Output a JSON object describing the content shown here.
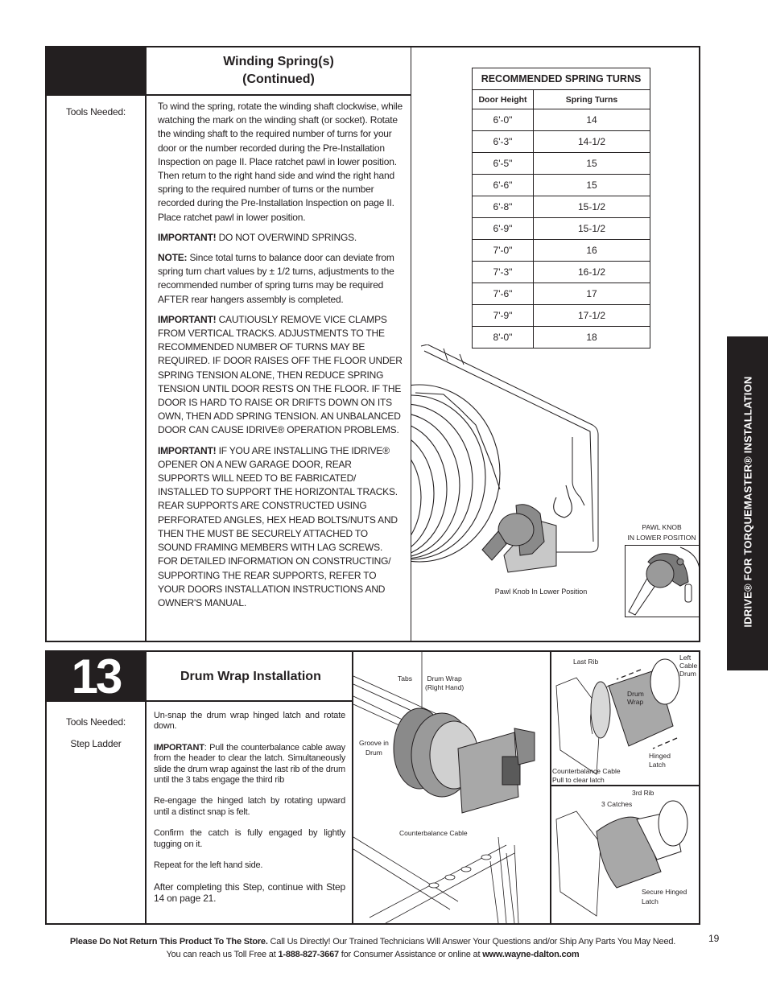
{
  "section_winding": {
    "title_line1": "Winding Spring(s)",
    "title_line2": "(Continued)",
    "tools_label": "Tools Needed:",
    "para1": "To wind the spring, rotate the winding shaft clockwise, while watching the mark on the winding shaft (or socket). Rotate the winding shaft to the required number of turns for your door or the number recorded during the Pre-Installation Inspection on page II. Place ratchet pawl in lower position. Then return to the right hand side and wind the right hand spring to the required number of turns or the number recorded during the Pre-Installation Inspection on page II. Place ratchet pawl in lower position.",
    "important1_label": "IMPORTANT!",
    "important1_text": " DO NOT OVERWIND SPRINGS.",
    "note_label": "NOTE:",
    "note_text": " Since total turns to balance door can deviate from spring turn chart values by ± 1/2 turns, adjustments to the recommended number of spring turns may be required AFTER rear hangers assembly is completed.",
    "important2_label": "IMPORTANT!",
    "important2_text": " CAUTIOUSLY REMOVE VICE CLAMPS FROM VERTICAL TRACKS. ADJUSTMENTS TO THE RECOMMENDED NUMBER OF TURNS MAY BE REQUIRED. IF DOOR RAISES OFF THE FLOOR UNDER SPRING TENSION ALONE, THEN REDUCE SPRING TENSION UNTIL DOOR RESTS ON THE FLOOR. IF THE DOOR IS HARD TO RAISE OR DRIFTS DOWN ON ITS OWN, THEN ADD SPRING TENSION. AN UNBALANCED DOOR  CAN CAUSE IDRIVE® OPERATION PROBLEMS.",
    "important3_label": "IMPORTANT!",
    "important3_text": " IF YOU ARE INSTALLING THE IDRIVE® OPENER ON A NEW GARAGE DOOR, REAR SUPPORTS WILL NEED TO BE FABRICATED/ INSTALLED TO SUPPORT THE HORIZONTAL TRACKS. REAR SUPPORTS ARE CONSTRUCTED USING PERFORATED ANGLES, HEX HEAD BOLTS/NUTS AND THEN THE MUST BE SECURELY ATTACHED TO SOUND FRAMING MEMBERS WITH LAG SCREWS. FOR DETAILED INFORMATION ON CONSTRUCTING/ SUPPORTING THE REAR SUPPORTS, REFER TO YOUR DOORS INSTALLATION INSTRUCTIONS AND OWNER'S MANUAL."
  },
  "spring_table": {
    "title": "RECOMMENDED SPRING TURNS",
    "col1": "Door Height",
    "col2": "Spring Turns",
    "rows": [
      {
        "height": "6'-0\"",
        "turns": "14"
      },
      {
        "height": "6'-3\"",
        "turns": "14-1/2"
      },
      {
        "height": "6'-5\"",
        "turns": "15"
      },
      {
        "height": "6'-6\"",
        "turns": "15"
      },
      {
        "height": "6'-8\"",
        "turns": "15-1/2"
      },
      {
        "height": "6'-9\"",
        "turns": "15-1/2"
      },
      {
        "height": "7'-0\"",
        "turns": "16"
      },
      {
        "height": "7'-3\"",
        "turns": "16-1/2"
      },
      {
        "height": "7'-6\"",
        "turns": "17"
      },
      {
        "height": "7'-9\"",
        "turns": "17-1/2"
      },
      {
        "height": "8'-0\"",
        "turns": "18"
      }
    ]
  },
  "pawl_figure": {
    "caption": "Pawl Knob In Lower Position",
    "inset_caption_line1": "PAWL KNOB",
    "inset_caption_line2": "IN LOWER POSITION"
  },
  "section_drum": {
    "step_number": "13",
    "title": "Drum Wrap Installation",
    "tools_label": "Tools Needed:",
    "tool1": "Step Ladder",
    "para1": "Un-snap the drum wrap hinged latch and rotate down.",
    "important_label": "IMPORTANT",
    "important_text": ": Pull the counterbalance cable away from the header to clear the latch.  Simultaneously slide the drum wrap against the last rib of the drum until the 3 tabs engage the third rib",
    "para2": "Re-engage the hinged latch by rotating upward until a distinct snap is felt.",
    "para3": "Confirm the catch is fully engaged by lightly tugging on it.",
    "para4": "Repeat for the left hand side.",
    "para5": "After completing this Step, continue with Step 14 on page 21."
  },
  "drum_figure": {
    "tabs": "Tabs",
    "drum_wrap_line1": "Drum Wrap",
    "drum_wrap_line2": "(Right Hand)",
    "groove_line1": "Groove in",
    "groove_line2": "Drum",
    "cable": "Counterbalance Cable"
  },
  "detail_figure1": {
    "last_rib": "Last Rib",
    "left_cable_drum_line1": "Left",
    "left_cable_drum_line2": "Cable",
    "left_cable_drum_line3": "Drum",
    "drum_wrap_line1": "Drum",
    "drum_wrap_line2": "Wrap",
    "hinged_latch_line1": "Hinged",
    "hinged_latch_line2": "Latch",
    "cable_line1": "Counterbalance Cable",
    "cable_line2": "Pull to clear latch"
  },
  "detail_figure2": {
    "third_rib": "3rd Rib",
    "catches": "3 Catches",
    "secure_line1": "Secure Hinged",
    "secure_line2": "Latch"
  },
  "side_tab": {
    "text": "IDRIVE® FOR TORQUEMASTER® INSTALLATION"
  },
  "footer": {
    "bold1": "Please Do Not Return This Product To The Store.",
    "text1": " Call Us Directly! Our Trained Technicians Will Answer Your Questions and/or Ship Any Parts You May Need.",
    "text2a": "You can reach us Toll Free at ",
    "phone": "1-888-827-3667",
    "text2b": " for Consumer Assistance or online at ",
    "website": "www.wayne-dalton.com",
    "page_number": "19"
  }
}
